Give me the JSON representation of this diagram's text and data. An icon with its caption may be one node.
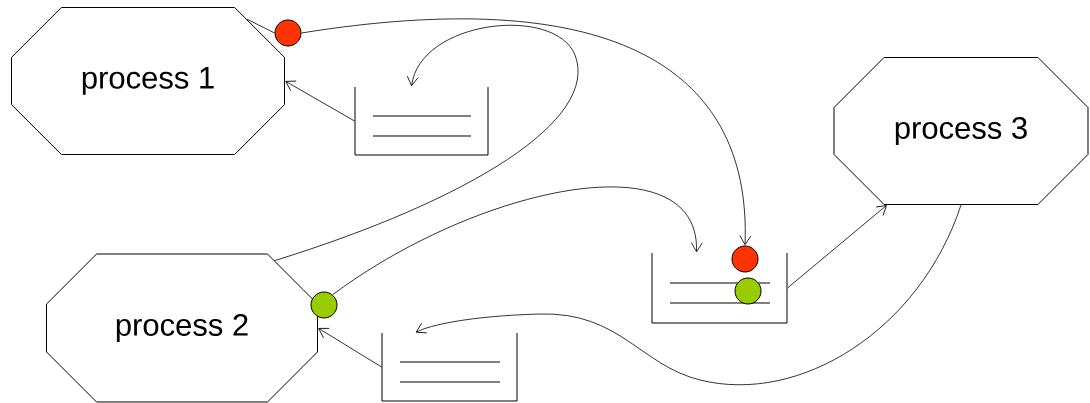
{
  "diagram": {
    "nodes": [
      {
        "text": [
          "process 1"
        ]
      },
      {
        "text": [],
        "shape": "box"
      },
      {
        "text": [
          "process 3"
        ]
      },
      {
        "text": [
          "process 2"
        ]
      },
      {
        "text": [],
        "shape": "box"
      },
      {
        "text": [],
        "shape": "box"
      },
      {
        "text": [],
        "shape": "circle"
      },
      {
        "text": [],
        "shape": "circle"
      },
      {
        "text": [],
        "shape": "circle"
      },
      {
        "text": [],
        "shape": "circle",
        "in": 4
      }
    ],
    "edges": [
      {
        "from": 0,
        "to": 6,
        "arrow": "none"
      },
      {
        "from": 6,
        "to": 8,
        "arrow": "to"
      },
      {
        "from": 3,
        "to": 1,
        "arrow": "to"
      },
      {
        "from": 1,
        "to": 0,
        "arrow": "to"
      },
      {
        "from": 7,
        "to": 4,
        "arrow": "to"
      },
      {
        "from": 4,
        "to": 2,
        "arrow": "to"
      },
      {
        "from": 2,
        "to": 5,
        "arrow": "to"
      },
      {
        "from": 5,
        "to": 3,
        "arrow": "to"
      }
    ]
  }
}
